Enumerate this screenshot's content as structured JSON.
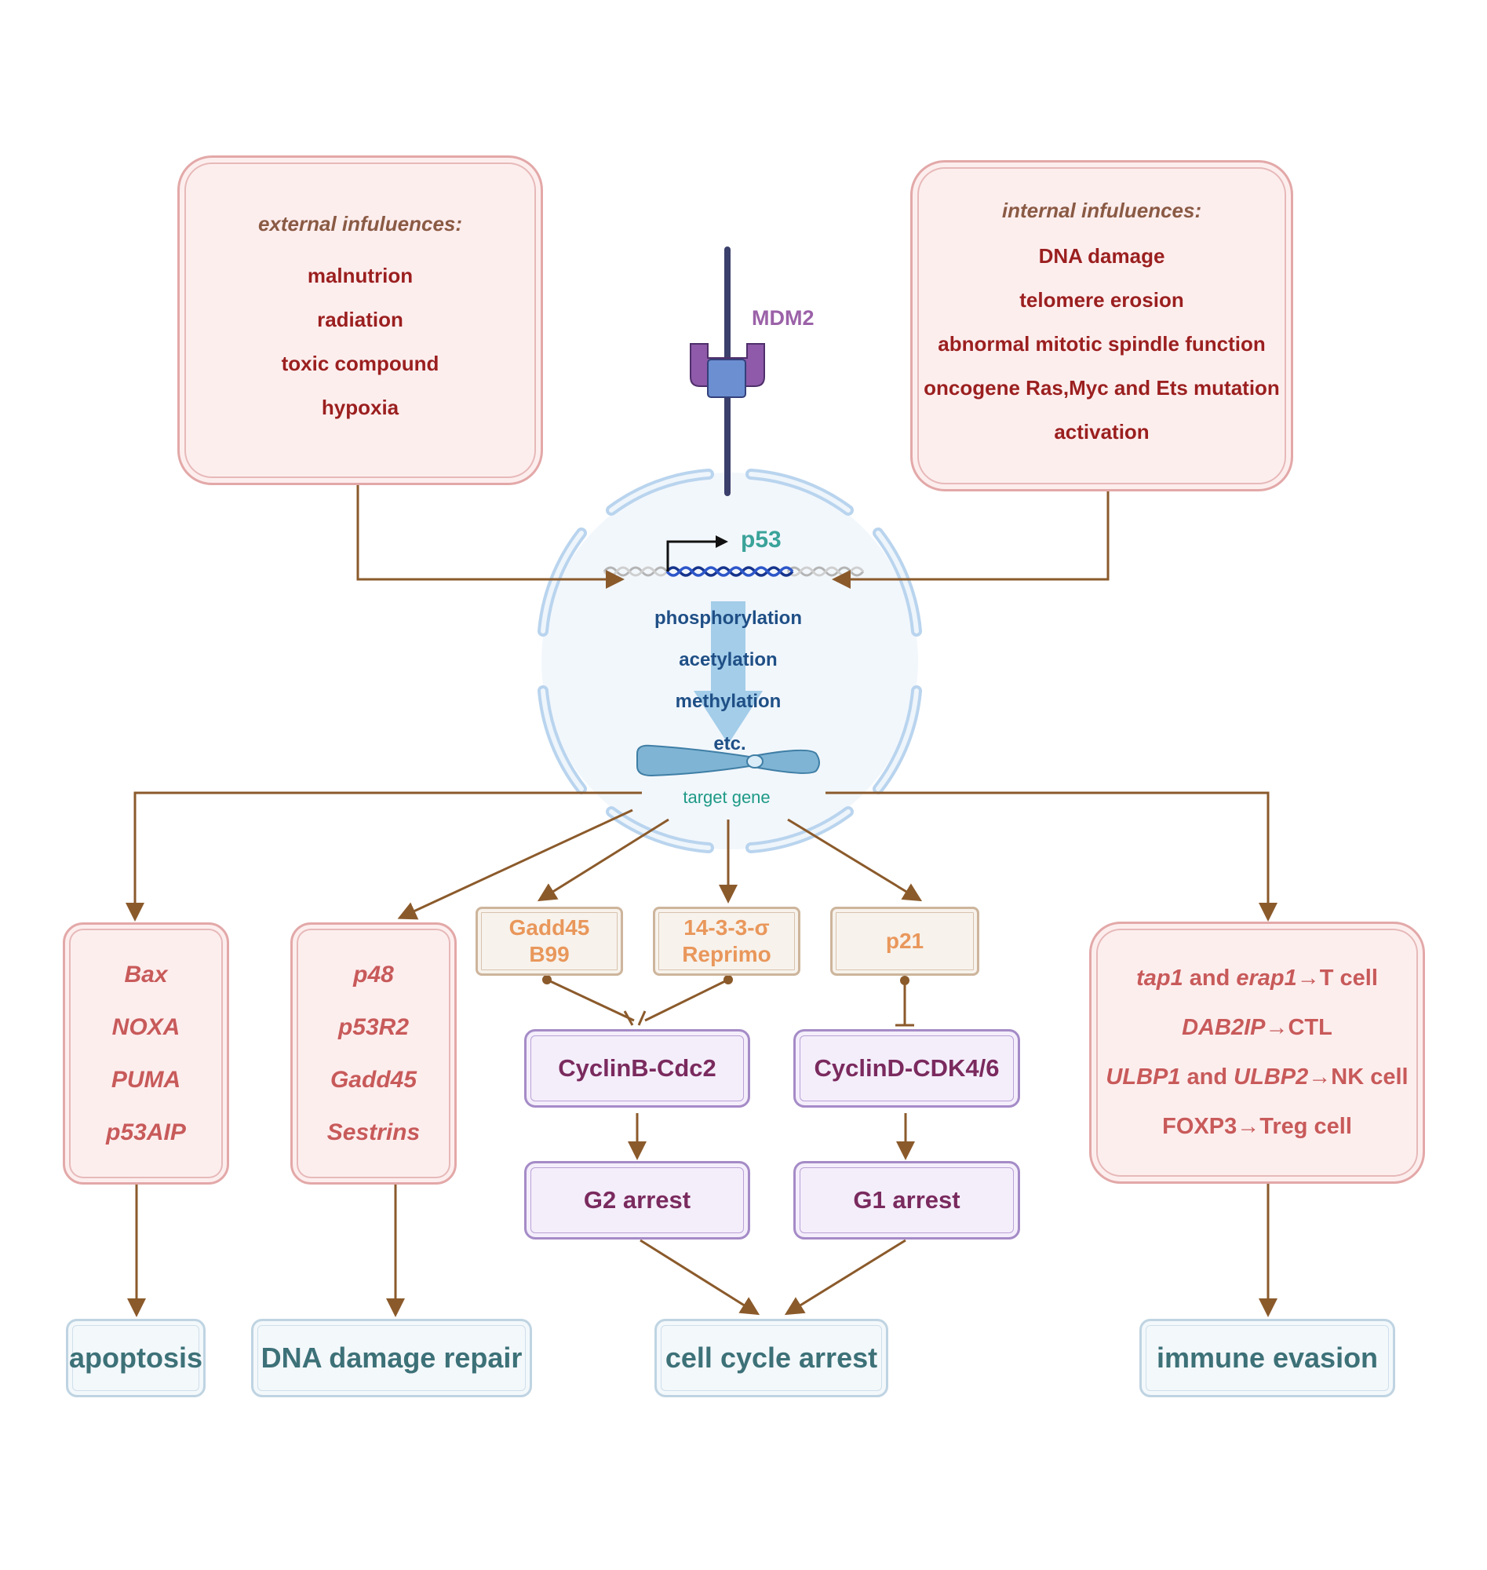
{
  "mdm2_label": "MDM2",
  "p53_label": "p53",
  "external": {
    "header": "external infuluences:",
    "items": [
      "malnutrion",
      "radiation",
      "toxic compound",
      "hypoxia"
    ]
  },
  "internal": {
    "header": "internal infuluences:",
    "items": [
      "DNA damage",
      "telomere erosion",
      "abnormal mitotic spindle function",
      "oncogene Ras,Myc and Ets mutation",
      "activation"
    ]
  },
  "modifications": [
    "phosphorylation",
    "acetylation",
    "methylation",
    "etc."
  ],
  "target_gene_label": "target gene",
  "apoptosis_genes": [
    "Bax",
    "NOXA",
    "PUMA",
    "p53AIP"
  ],
  "repair_genes": [
    "p48",
    "p53R2",
    "Gadd45",
    "Sestrins"
  ],
  "gadd45": [
    "Gadd45",
    "B99"
  ],
  "sigma": [
    "14-3-3-σ",
    "Reprimo"
  ],
  "p21": "p21",
  "cyclinB": "CyclinB-Cdc2",
  "cyclinD": "CyclinD-CDK4/6",
  "g2": "G2 arrest",
  "g1": "G1 arrest",
  "immune": [
    {
      "gene1": "tap1",
      "and": " and ",
      "gene2": "erap1",
      "target": "→T cell"
    },
    {
      "gene1": "DAB2IP",
      "target": "→CTL"
    },
    {
      "gene1": "ULBP1",
      "and": " and ",
      "gene2": "ULBP2",
      "target": "→NK cell"
    },
    {
      "plain": "FOXP3",
      "target": "→Treg cell"
    }
  ],
  "outcomes": {
    "apoptosis": "apoptosis",
    "repair": "DNA damage repair",
    "cellcycle": "cell cycle arrest",
    "immune": "immune evasion"
  },
  "colors": {
    "arrow": "#8b5a2b",
    "nucleus": "#b9d4ee",
    "mdm2": "#9b62a8",
    "p53": "#3aa39a"
  }
}
